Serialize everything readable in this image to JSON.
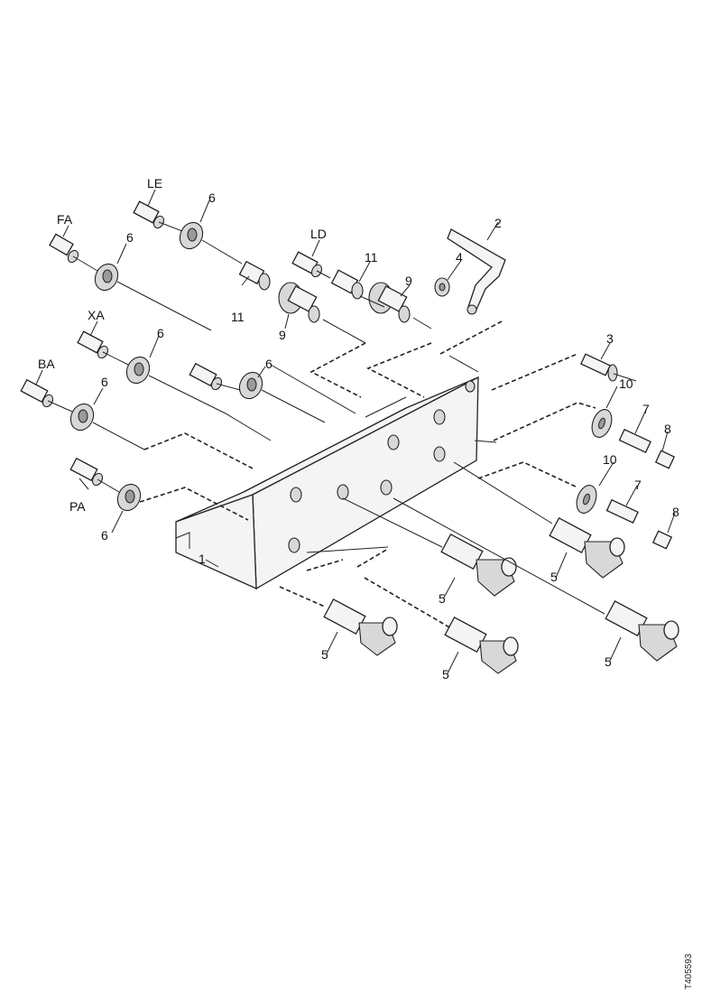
{
  "diagram": {
    "labels": {
      "FA": "FA",
      "LE": "LE",
      "LD": "LD",
      "XA": "XA",
      "BA": "BA",
      "PA": "PA"
    },
    "callouts": {
      "p1": "1",
      "p2": "2",
      "p3": "3",
      "p4": "4",
      "p5a": "5",
      "p5b": "5",
      "p5c": "5",
      "p5d": "5",
      "p5e": "5",
      "p6a": "6",
      "p6b": "6",
      "p6c": "6",
      "p6d": "6",
      "p6e": "6",
      "p6f": "6",
      "p7a": "7",
      "p7b": "7",
      "p8a": "8",
      "p8b": "8",
      "p9a": "9",
      "p9b": "9",
      "p10a": "10",
      "p10b": "10",
      "p11a": "11",
      "p11b": "11"
    },
    "reference_code": "T405593"
  }
}
